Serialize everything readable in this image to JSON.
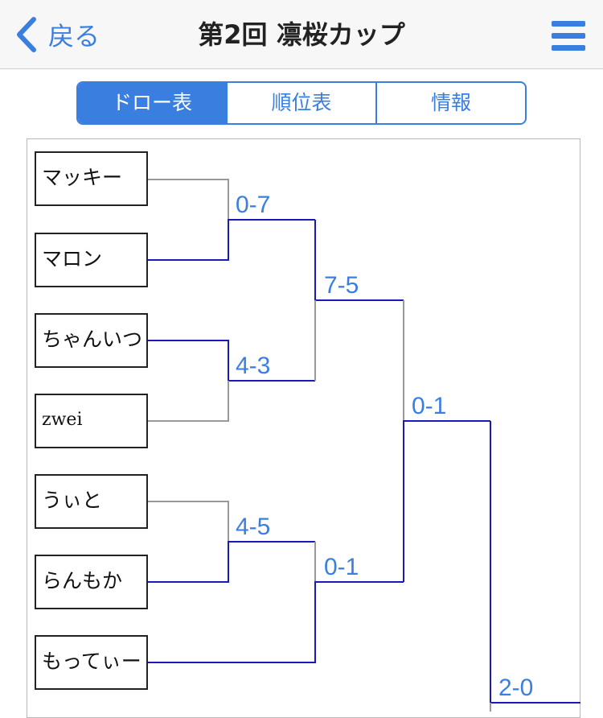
{
  "nav": {
    "back_label": "戻る",
    "title": "第2回 凛桜カップ"
  },
  "tabs": [
    {
      "label": "ドロー表",
      "active": true
    },
    {
      "label": "順位表",
      "active": false
    },
    {
      "label": "情報",
      "active": false
    }
  ],
  "players": [
    "マッキー",
    "マロン",
    "ちゃんいつ",
    "zwei",
    "うぃと",
    "らんもか",
    "もってぃー"
  ],
  "scores": {
    "r1_m1": "0-7",
    "r1_m2": "4-3",
    "r1_m3": "4-5",
    "r2_m1": "7-5",
    "r2_m2": "0-1",
    "r3_m1": "0-1",
    "final": "2-0"
  },
  "colors": {
    "accent": "#3a7fe0",
    "win_line": "#1a1ab8",
    "loss_line": "#999999"
  }
}
